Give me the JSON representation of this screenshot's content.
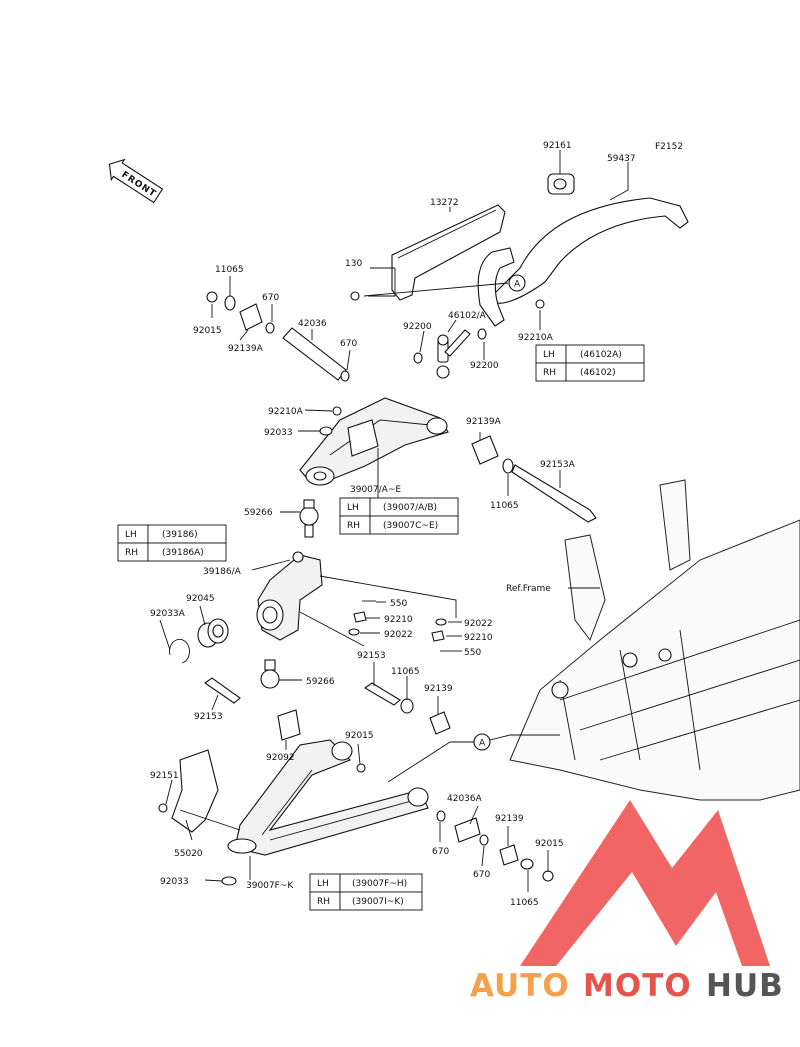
{
  "diagram_code": "F2152",
  "front_label": "FRONT",
  "ref_frame": "Ref.Frame",
  "callouts": {
    "92161": "92161",
    "59437": "59437",
    "13272": "13272",
    "11065_a": "11065",
    "130": "130",
    "670_a": "670",
    "92015_a": "92015",
    "92139A_a": "92139A",
    "42036": "42036",
    "46102A": "46102/A",
    "92200_a": "92200",
    "92200_b": "92200",
    "92210A_a": "92210A",
    "670_b": "670",
    "92210A_b": "92210A",
    "92139A_b": "92139A",
    "92033_a": "92033",
    "92153A": "92153A",
    "39007AE": "39007/A~E",
    "11065_b": "11065",
    "59266_a": "59266",
    "39186A": "39186/A",
    "92045": "92045",
    "550_a": "550",
    "92033A": "92033A",
    "92210_a": "92210",
    "92022_a": "92022",
    "92022_b": "92022",
    "92210_b": "92210",
    "92153_a": "92153",
    "550_b": "550",
    "11065_c": "11065",
    "59266_b": "59266",
    "92139_a": "92139",
    "92153_b": "92153",
    "92015_b": "92015",
    "92092": "92092",
    "92151": "92151",
    "42036A": "42036A",
    "92139_b": "92139",
    "92015_c": "92015",
    "670_c": "670",
    "670_d": "670",
    "55020": "55020",
    "92033_b": "92033",
    "39007FK": "39007F~K",
    "11065_d": "11065"
  },
  "ref_marker": "A",
  "tables": {
    "t46102": {
      "lh_label": "LH",
      "lh_value": "(46102A)",
      "rh_label": "RH",
      "rh_value": "(46102)"
    },
    "t39007AE": {
      "lh_label": "LH",
      "lh_value": "(39007/A/B)",
      "rh_label": "RH",
      "rh_value": "(39007C~E)"
    },
    "t39186": {
      "lh_label": "LH",
      "lh_value": "(39186)",
      "rh_label": "RH",
      "rh_value": "(39186A)"
    },
    "t39007FK": {
      "lh_label": "LH",
      "lh_value": "(39007F~H)",
      "rh_label": "RH",
      "rh_value": "(39007I~K)"
    }
  },
  "watermark": {
    "part1": "AUTO",
    "part2": "MOTO",
    "part3": "HUB",
    "color1": "#f5a04a",
    "color2": "#e5554d",
    "color3": "#555555",
    "logo_color": "#ef4a4a"
  }
}
